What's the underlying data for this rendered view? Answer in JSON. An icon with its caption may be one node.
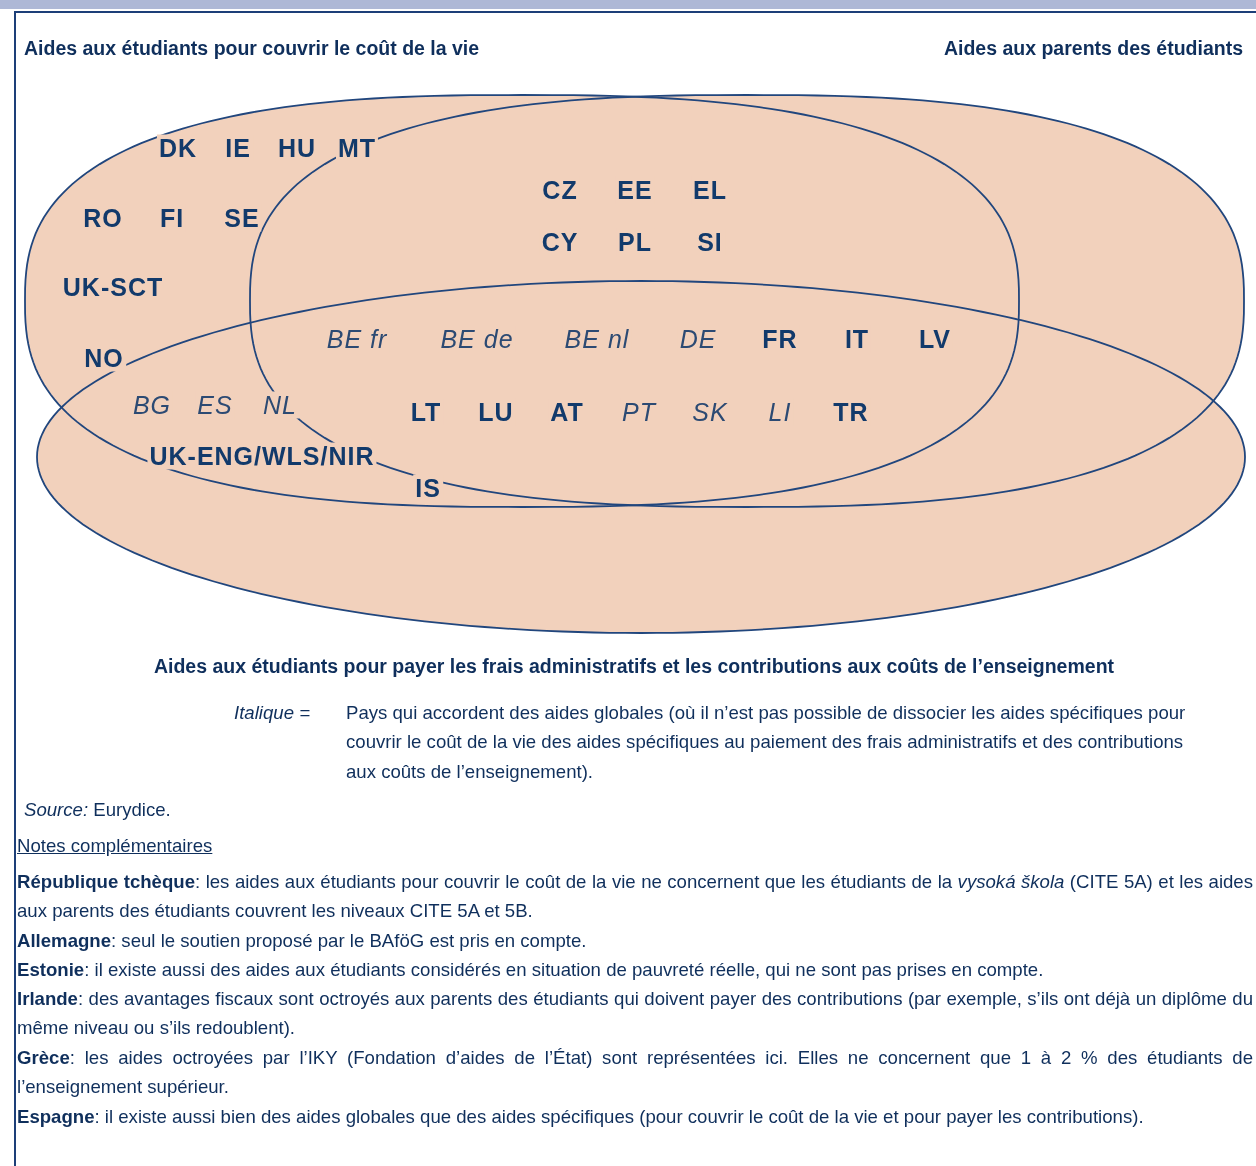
{
  "diagram": {
    "nodes": [
      {
        "text": [
          "Aides aux étudiants pour couvrir le coût de la vie"
        ]
      },
      {
        "text": [
          "Aides aux parents des étudiants"
        ]
      },
      {
        "text": [
          "Aides aux étudiants pour payer les frais administratifs et les contributions aux coûts de l’enseignement"
        ]
      }
    ],
    "edges": [],
    "labels": [
      "DK",
      "IE",
      "HU",
      "MT",
      "CZ",
      "EE",
      "EL",
      "RO",
      "FI",
      "SE",
      "CY",
      "PL",
      "SI",
      "UK-SCT",
      "BE fr",
      "BE de",
      "BE nl",
      "DE",
      "FR",
      "IT",
      "LV",
      "NO",
      "BG",
      "ES",
      "NL",
      "LT",
      "LU",
      "AT",
      "PT",
      "SK",
      "LI",
      "TR",
      "UK-ENG/WLS/NIR",
      "IS",
      "Italique =",
      "Pays qui accordent des aides globales (où il n’est pas possible de dissocier les aides spécifiques pour couvrir le coût de la vie des aides spécifiques au paiement des frais administratifs et des contributions aux coûts de l’enseignement).",
      "*Source:* Eurydice.",
      "Notes complémentaires",
      "**République tchèque**: les aides aux étudiants pour couvrir le coût de la vie ne concernent que les étudiants de la *vysoká škola* (CITE 5A) et les aides aux parents des étudiants couvrent les niveaux CITE 5A et 5B.",
      "**Allemagne**: seul le soutien proposé par le BAföG est pris en compte.",
      "**Estonie**: il existe aussi des aides aux étudiants considérés en situation de pauvreté réelle, qui ne sont pas prises en compte.",
      "**Irlande**: des avantages fiscaux sont octroyés aux parents des étudiants qui doivent payer des contributions (par exemple, s’ils ont déjà un diplôme du même niveau ou s’ils redoublent).",
      "**Grèce**: les aides octroyées par l’IKY (Fondation d’aides de l’État) sont représentées ici. Elles ne concernent que 1 à 2 % des étudiants de l’enseignement supérieur.",
      "**Espagne**: il existe aussi bien des aides globales que des aides spécifiques (pour couvrir le coût de la vie et pour payer les contributions)."
    ]
  }
}
